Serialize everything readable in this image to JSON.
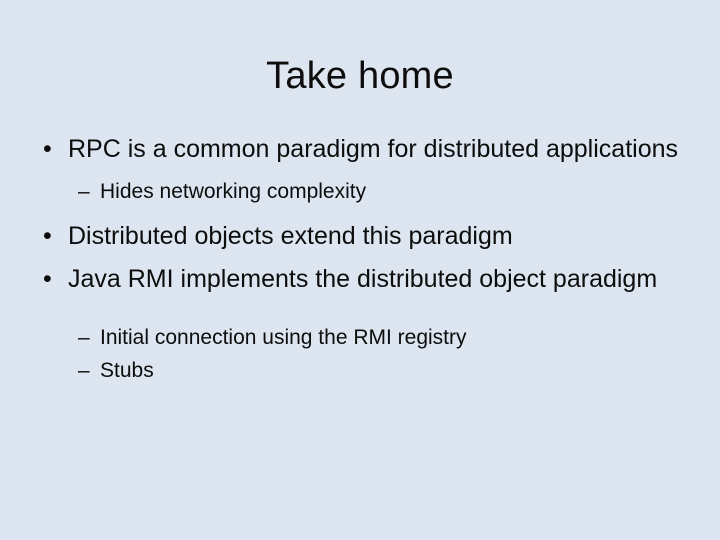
{
  "slide": {
    "title": "Take home",
    "background_color": "#dce5f0",
    "text_color": "#0d0d0d",
    "level1_marker": "•",
    "level2_marker": "–",
    "content": [
      {
        "level": 1,
        "text": "RPC is a common paradigm for distributed applications"
      },
      {
        "level": 2,
        "text": "Hides networking complexity"
      },
      {
        "level": 1,
        "text": "Distributed objects extend this paradigm"
      },
      {
        "level": 1,
        "text": "Java RMI implements the distributed object paradigm"
      },
      {
        "level": 2,
        "text": "Initial connection using the RMI registry"
      },
      {
        "level": 2,
        "text": "Stubs"
      }
    ]
  }
}
